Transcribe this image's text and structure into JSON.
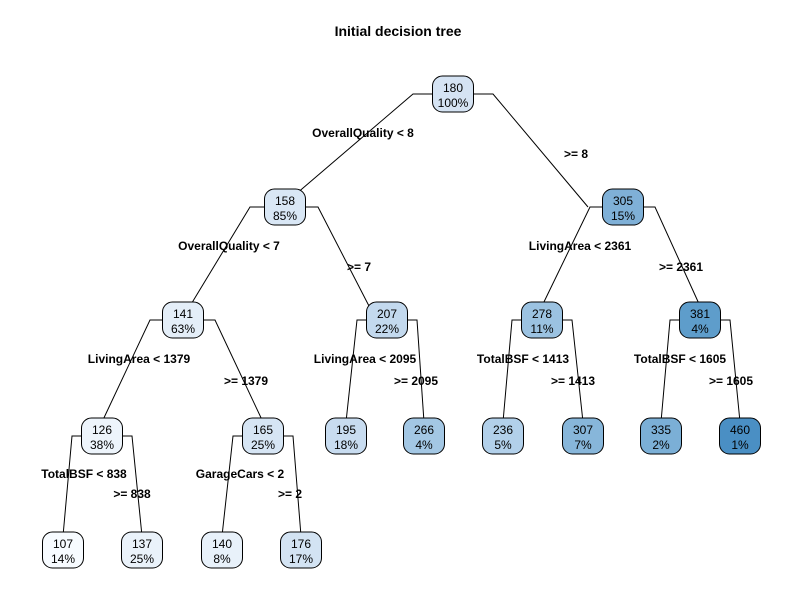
{
  "title": "Initial decision tree",
  "nodes": [
    {
      "id": "n1",
      "value": "180",
      "pct": "100%",
      "color": "#d5e3f3"
    },
    {
      "id": "n2",
      "value": "158",
      "pct": "85%",
      "color": "#d9e7f5"
    },
    {
      "id": "n3",
      "value": "305",
      "pct": "15%",
      "color": "#7fb0d7"
    },
    {
      "id": "n4",
      "value": "141",
      "pct": "63%",
      "color": "#e4eef8"
    },
    {
      "id": "n5",
      "value": "207",
      "pct": "22%",
      "color": "#c3d9ee"
    },
    {
      "id": "n6",
      "value": "278",
      "pct": "11%",
      "color": "#9bc2e1"
    },
    {
      "id": "n7",
      "value": "381",
      "pct": "4%",
      "color": "#5e9dcb"
    },
    {
      "id": "n8",
      "value": "126",
      "pct": "38%",
      "color": "#edf4fb"
    },
    {
      "id": "n9",
      "value": "165",
      "pct": "25%",
      "color": "#d6e5f4"
    },
    {
      "id": "n10",
      "value": "195",
      "pct": "18%",
      "color": "#c8dcf0"
    },
    {
      "id": "n11",
      "value": "266",
      "pct": "4%",
      "color": "#a3c7e4"
    },
    {
      "id": "n12",
      "value": "236",
      "pct": "5%",
      "color": "#b2d0ea"
    },
    {
      "id": "n13",
      "value": "307",
      "pct": "7%",
      "color": "#87b6da"
    },
    {
      "id": "n14",
      "value": "335",
      "pct": "2%",
      "color": "#7bafd6"
    },
    {
      "id": "n15",
      "value": "460",
      "pct": "1%",
      "color": "#4a8fc4"
    },
    {
      "id": "n16",
      "value": "107",
      "pct": "14%",
      "color": "#f7fbff"
    },
    {
      "id": "n17",
      "value": "137",
      "pct": "25%",
      "color": "#eaf2fa"
    },
    {
      "id": "n18",
      "value": "140",
      "pct": "8%",
      "color": "#e8f1fa"
    },
    {
      "id": "n19",
      "value": "176",
      "pct": "17%",
      "color": "#d3e3f3"
    }
  ],
  "splits": [
    {
      "id": "s1",
      "text": "OverallQuality < 8"
    },
    {
      "id": "s2",
      "text": ">= 8"
    },
    {
      "id": "s3",
      "text": "OverallQuality < 7"
    },
    {
      "id": "s4",
      "text": ">= 7"
    },
    {
      "id": "s5",
      "text": "LivingArea < 2361"
    },
    {
      "id": "s6",
      "text": ">= 2361"
    },
    {
      "id": "s7",
      "text": "LivingArea < 1379"
    },
    {
      "id": "s8",
      "text": ">= 1379"
    },
    {
      "id": "s9",
      "text": "LivingArea < 2095"
    },
    {
      "id": "s10",
      "text": ">= 2095"
    },
    {
      "id": "s11",
      "text": "TotalBSF < 1413"
    },
    {
      "id": "s12",
      "text": ">= 1413"
    },
    {
      "id": "s13",
      "text": "TotalBSF < 1605"
    },
    {
      "id": "s14",
      "text": ">= 1605"
    },
    {
      "id": "s15",
      "text": "TotalBSF < 838"
    },
    {
      "id": "s16",
      "text": ">= 838"
    },
    {
      "id": "s17",
      "text": "GarageCars < 2"
    },
    {
      "id": "s18",
      "text": ">= 2"
    }
  ]
}
